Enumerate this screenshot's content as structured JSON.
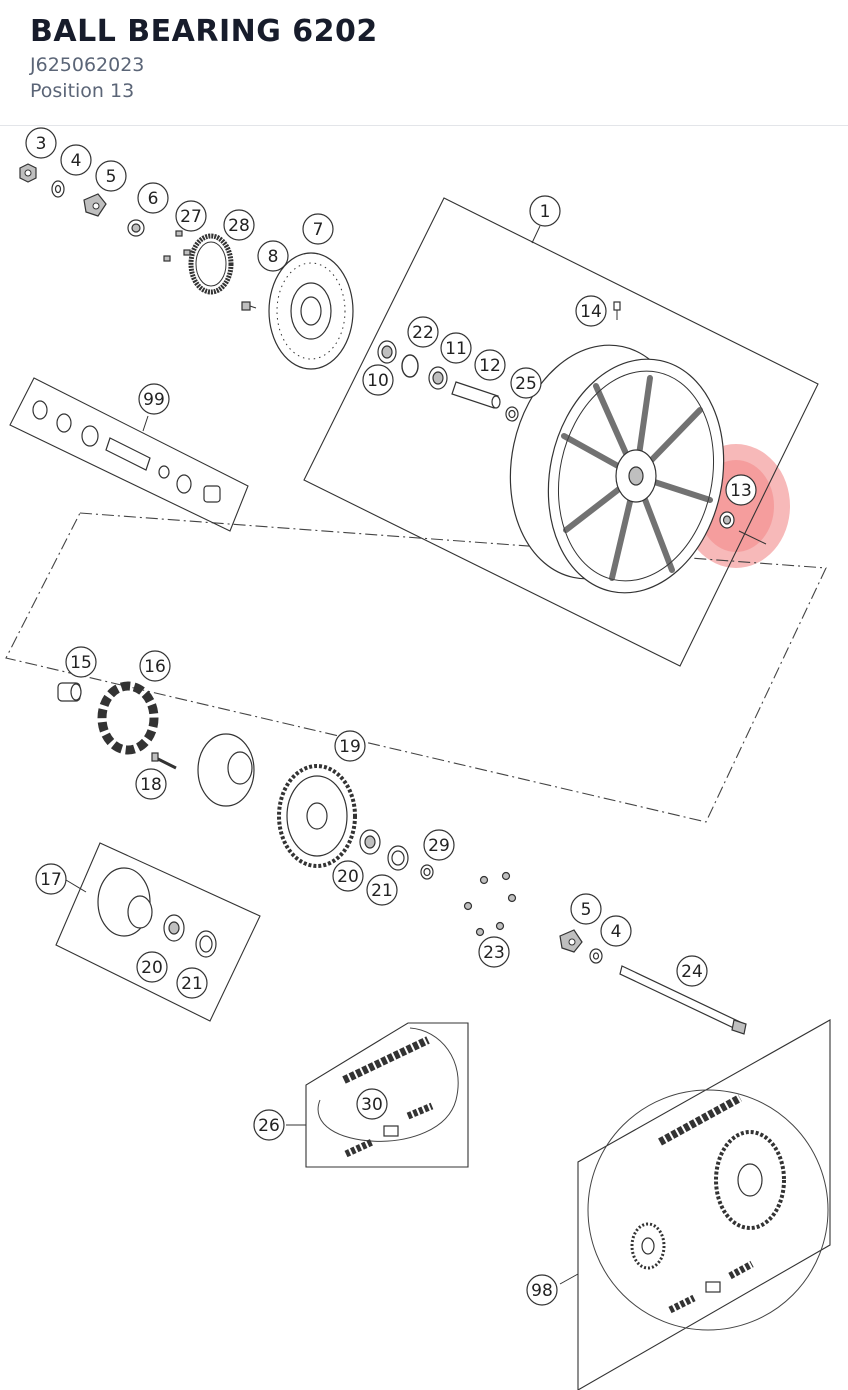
{
  "header": {
    "title": "BALL BEARING 6202",
    "part_number": "J625062023",
    "position": "Position 13"
  },
  "diagram": {
    "highlighted_callout": "13",
    "highlight_color": "#f08080",
    "callouts": {
      "c1": "1",
      "c3": "3",
      "c4a": "4",
      "c5a": "5",
      "c6": "6",
      "c7": "7",
      "c8": "8",
      "c10": "10",
      "c11": "11",
      "c12": "12",
      "c13": "13",
      "c14": "14",
      "c15": "15",
      "c16": "16",
      "c17": "17",
      "c18": "18",
      "c19": "19",
      "c20a": "20",
      "c21a": "21",
      "c20b": "20",
      "c21b": "21",
      "c22": "22",
      "c23": "23",
      "c24": "24",
      "c25": "25",
      "c26": "26",
      "c27": "27",
      "c28": "28",
      "c29": "29",
      "c30": "30",
      "c4b": "4",
      "c5b": "5",
      "c98": "98",
      "c99": "99"
    }
  }
}
